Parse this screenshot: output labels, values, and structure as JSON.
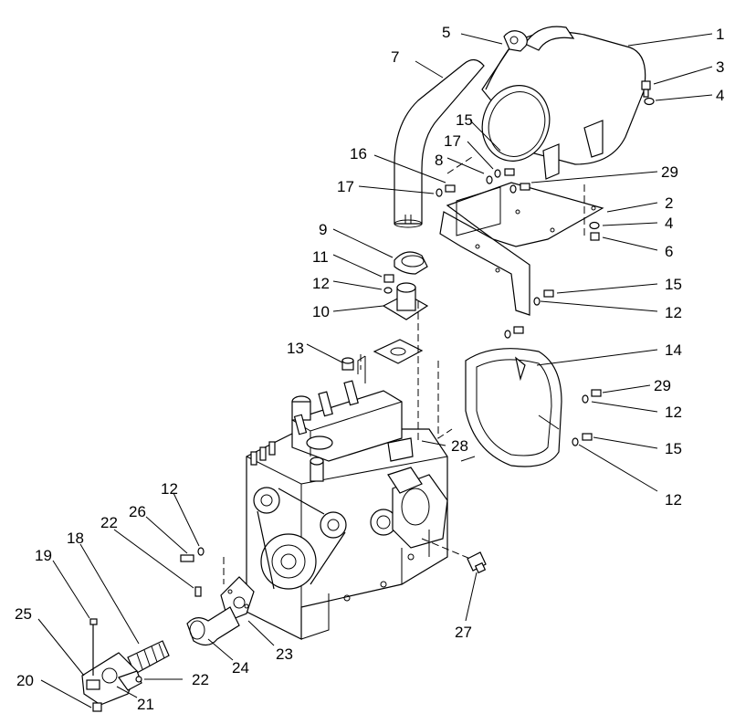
{
  "callouts": {
    "p1": "1",
    "p2": "2",
    "p3": "3",
    "p4a": "4",
    "p4b": "4",
    "p5": "5",
    "p6": "6",
    "p7": "7",
    "p8": "8",
    "p9": "9",
    "p10": "10",
    "p11": "11",
    "p12a": "12",
    "p12b": "12",
    "p12c": "12",
    "p12d": "12",
    "p12e": "12",
    "p13": "13",
    "p14": "14",
    "p15a": "15",
    "p15b": "15",
    "p15c": "15",
    "p16": "16",
    "p17a": "17",
    "p17b": "17",
    "p18": "18",
    "p19": "19",
    "p20": "20",
    "p21": "21",
    "p22a": "22",
    "p22b": "22",
    "p23": "23",
    "p24": "24",
    "p25": "25",
    "p26": "26",
    "p27": "27",
    "p28": "28",
    "p29a": "29",
    "p29b": "29"
  }
}
